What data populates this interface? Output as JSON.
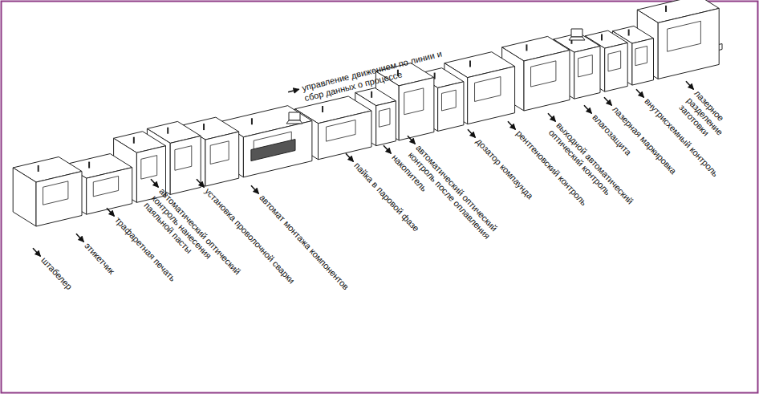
{
  "diagram": {
    "labels": [
      "штабелер",
      "этикетчик",
      "трафаретная печать",
      "автоматический оптический контроль нанесения паяльной пасты",
      "установка проволочной сварки",
      "автомат монтажа компонентов",
      "пайка в паровой фазе",
      "накопитель",
      "автоматический оптический контроль после оплавления",
      "дозатор компаунда",
      "рентгеновский контроль",
      "выходной автоматический оптический контроль",
      "влагозащита",
      "лазерная маркировка",
      "внутрисхемный контроль",
      "лазерное разделение заготовки",
      "управление движением по линии и сбор данных о процессе"
    ]
  }
}
